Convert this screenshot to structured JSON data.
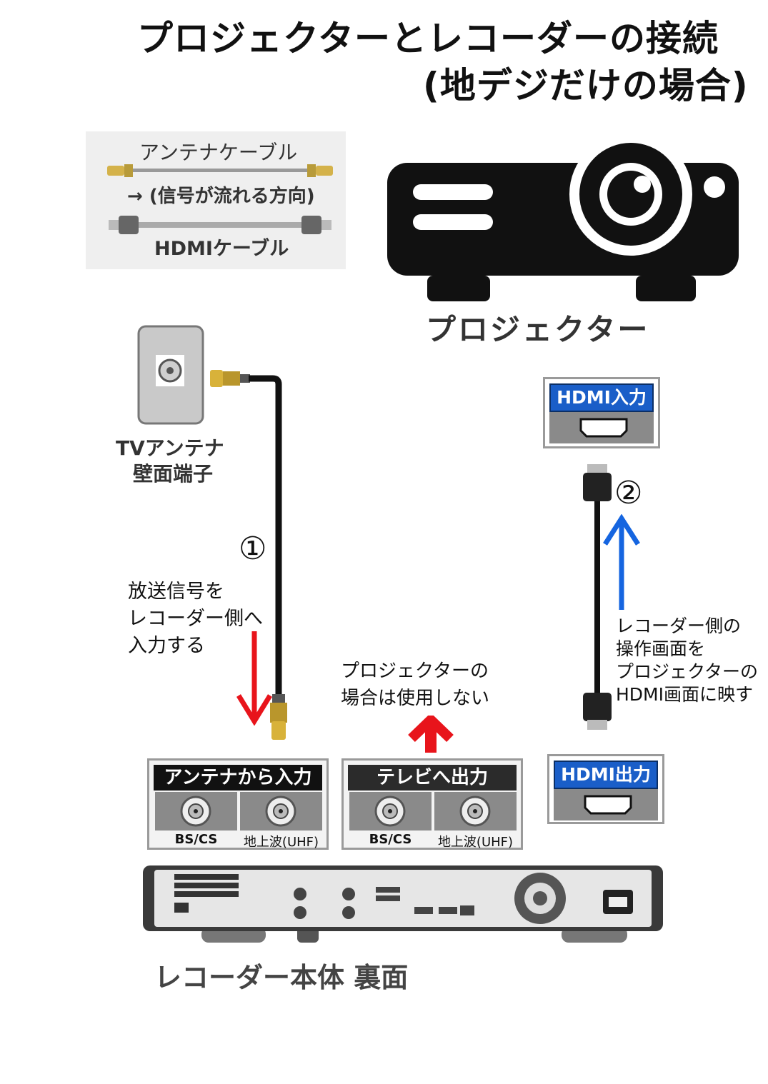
{
  "title": {
    "line1": "プロジェクターとレコーダーの接続",
    "line2": "(地デジだけの場合)"
  },
  "legend": {
    "antenna_cable": "アンテナケーブル",
    "signal_direction": "→ (信号が流れる方向)",
    "hdmi_cable": "HDMIケーブル"
  },
  "projector": {
    "label": "プロジェクター",
    "hdmi_input": "HDMI入力"
  },
  "wall_terminal": {
    "line1": "TVアンテナ",
    "line2": "壁面端子"
  },
  "steps": {
    "one": "①",
    "two": "②"
  },
  "notes": {
    "antenna_note": [
      "放送信号を",
      "レコーダー側へ",
      "入力する"
    ],
    "tv_out_note": [
      "プロジェクターの",
      "場合は使用しない"
    ],
    "hdmi_note": [
      "レコーダー側の",
      "操作画面を",
      "プロジェクターの",
      "HDMI画面に映す"
    ]
  },
  "recorder": {
    "antenna_in": {
      "header": "アンテナから入力",
      "bs_cs": "BS/CS",
      "uhf": "地上波(UHF)"
    },
    "tv_out": {
      "header": "テレビへ出力",
      "bs_cs": "BS/CS",
      "uhf": "地上波(UHF)"
    },
    "hdmi_out": "HDMI出力",
    "label": "レコーダー本体 裏面"
  },
  "colors": {
    "arrow_red": "#e8141b",
    "arrow_blue": "#1565e0",
    "hdmi_header_blue": "#1a5ec8",
    "projector_black": "#111111"
  }
}
